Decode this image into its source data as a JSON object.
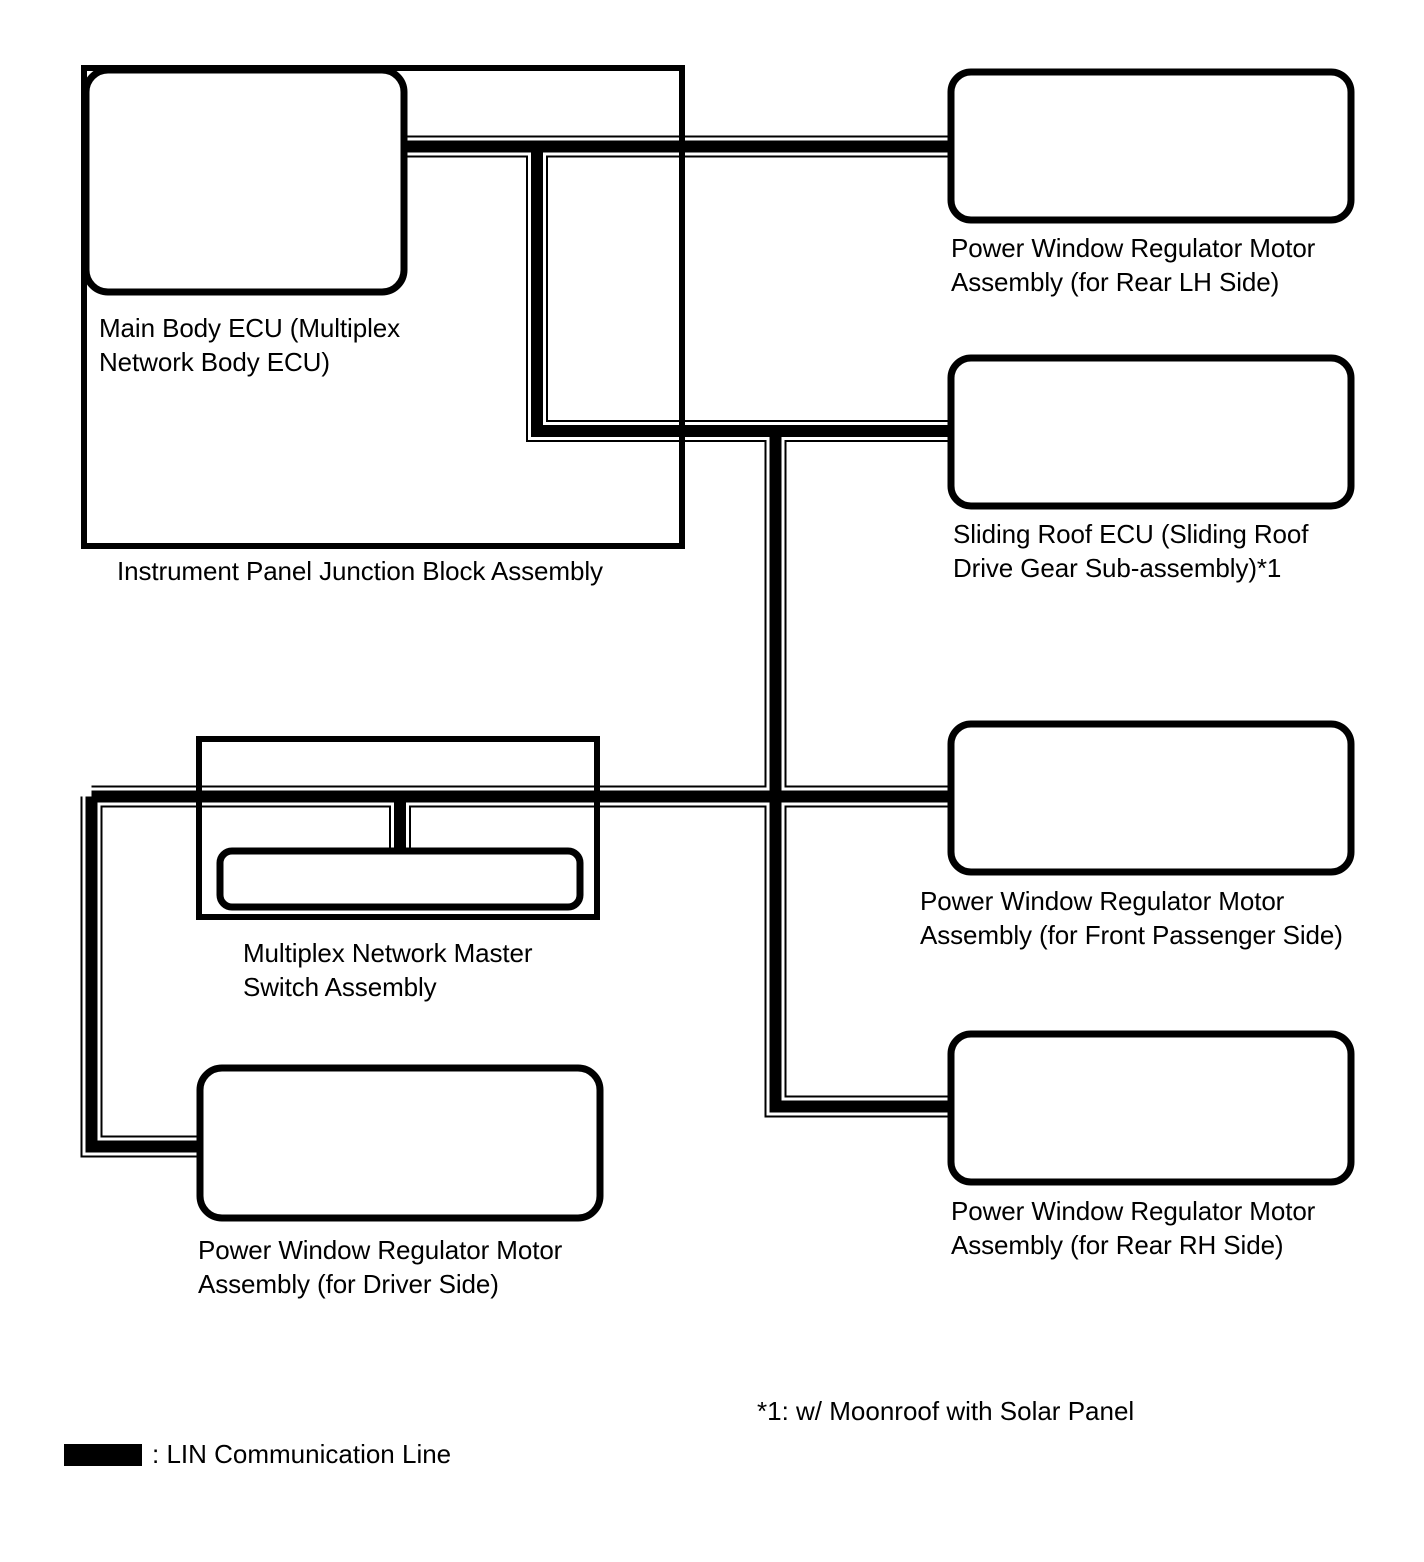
{
  "diagram": {
    "type": "lin-network-block-diagram",
    "colors": {
      "line": "#000000",
      "background": "#ffffff"
    },
    "nodes": [
      {
        "id": "main-body-ecu",
        "label": "Main Body ECU (Multiplex\nNetwork Body ECU)",
        "shape": "rounded-rect"
      },
      {
        "id": "instrument-panel-junction-block",
        "label": "Instrument Panel Junction Block Assembly",
        "shape": "rect"
      },
      {
        "id": "pw-motor-rear-lh",
        "label": "Power Window Regulator Motor\nAssembly (for Rear LH Side)",
        "shape": "rounded-rect"
      },
      {
        "id": "sliding-roof-ecu",
        "label": "Sliding Roof ECU (Sliding Roof\nDrive Gear Sub-assembly)*1",
        "shape": "rounded-rect"
      },
      {
        "id": "pw-motor-front-passenger",
        "label": "Power Window Regulator Motor\nAssembly (for Front Passenger Side)",
        "shape": "rounded-rect"
      },
      {
        "id": "pw-motor-rear-rh",
        "label": "Power Window Regulator Motor\nAssembly (for Rear RH Side)",
        "shape": "rounded-rect"
      },
      {
        "id": "multiplex-network-master-switch",
        "label": "Multiplex Network Master\nSwitch Assembly",
        "shape": "rect-with-inner-rounded-rect"
      },
      {
        "id": "pw-motor-driver",
        "label": "Power Window Regulator Motor\nAssembly (for Driver Side)",
        "shape": "rounded-rect"
      }
    ],
    "legend": {
      "swatch_name": "lin-communication-line-swatch",
      "label": ": LIN Communication Line"
    },
    "footnote": "*1: w/ Moonroof with Solar Panel"
  }
}
